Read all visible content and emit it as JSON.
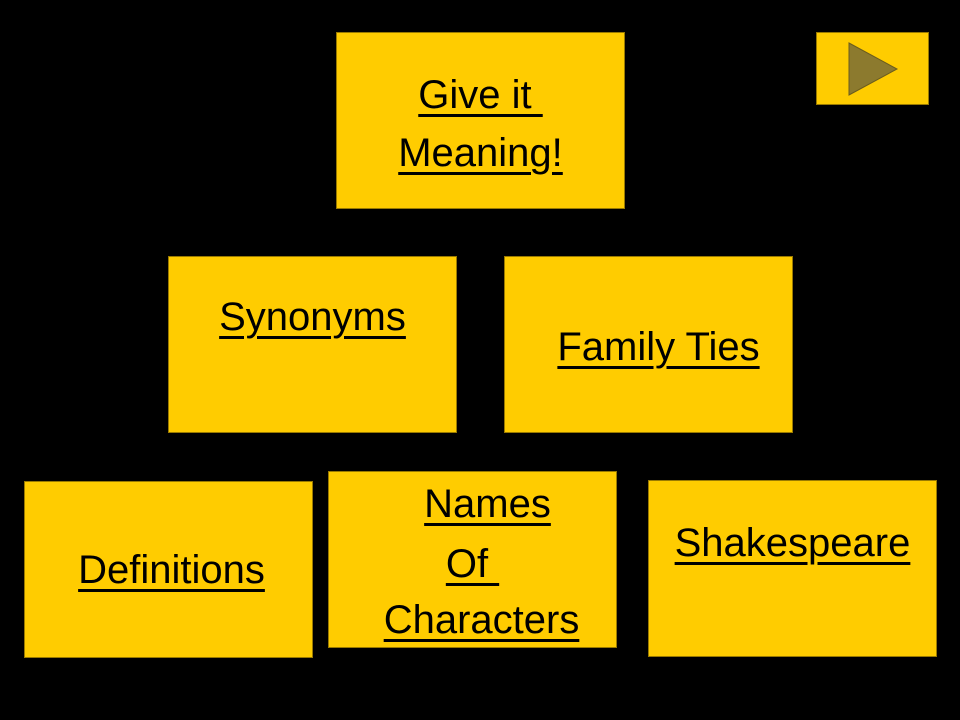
{
  "title_tile": {
    "line1": "Give it ",
    "line2": "Meaning!"
  },
  "categories": {
    "synonyms": "Synonyms",
    "family_ties": "Family Ties",
    "definitions": "Definitions",
    "names": {
      "line1": "Names",
      "line2": "Of ",
      "line3": "Characters"
    },
    "shakespeare": "Shakespeare"
  },
  "icons": {
    "next": "play-arrow-icon"
  },
  "colors": {
    "background": "#000000",
    "tile": "#FFCC00",
    "arrow": "#8C7A2E"
  }
}
